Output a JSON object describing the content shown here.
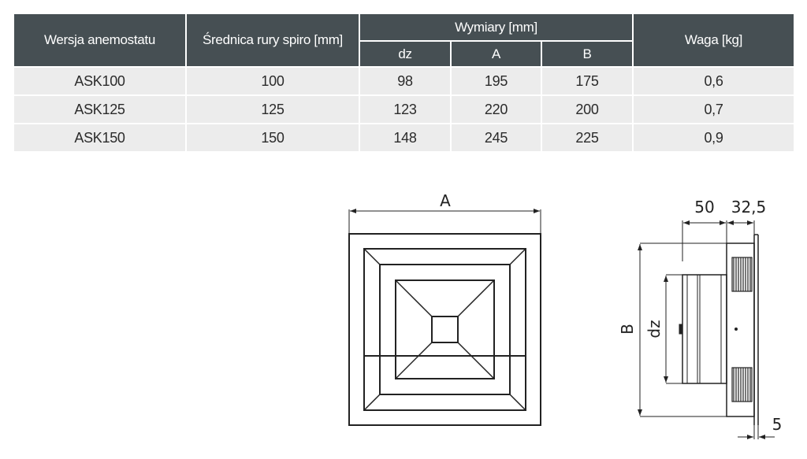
{
  "table": {
    "headers": {
      "version": "Wersja anemostatu",
      "diameter": "Średnica rury spiro [mm]",
      "dimensions_group": "Wymiary [mm]",
      "dz": "dz",
      "a": "A",
      "b": "B",
      "weight": "Waga [kg]"
    },
    "rows": [
      {
        "version": "ASK100",
        "diameter": "100",
        "dz": "98",
        "a": "195",
        "b": "175",
        "weight": "0,6"
      },
      {
        "version": "ASK125",
        "diameter": "125",
        "dz": "123",
        "a": "220",
        "b": "200",
        "weight": "0,7"
      },
      {
        "version": "ASK150",
        "diameter": "150",
        "dz": "148",
        "a": "245",
        "b": "225",
        "weight": "0,9"
      }
    ]
  },
  "drawing": {
    "front_view": {
      "width_label": "A"
    },
    "side_view": {
      "height_label": "B",
      "duct_label": "dz",
      "depth_label_1": "50",
      "depth_label_2": "32,5",
      "flange_label": "5"
    }
  },
  "colors": {
    "header_bg": "#464f53",
    "row_bg": "#ececec",
    "line": "#222222"
  }
}
